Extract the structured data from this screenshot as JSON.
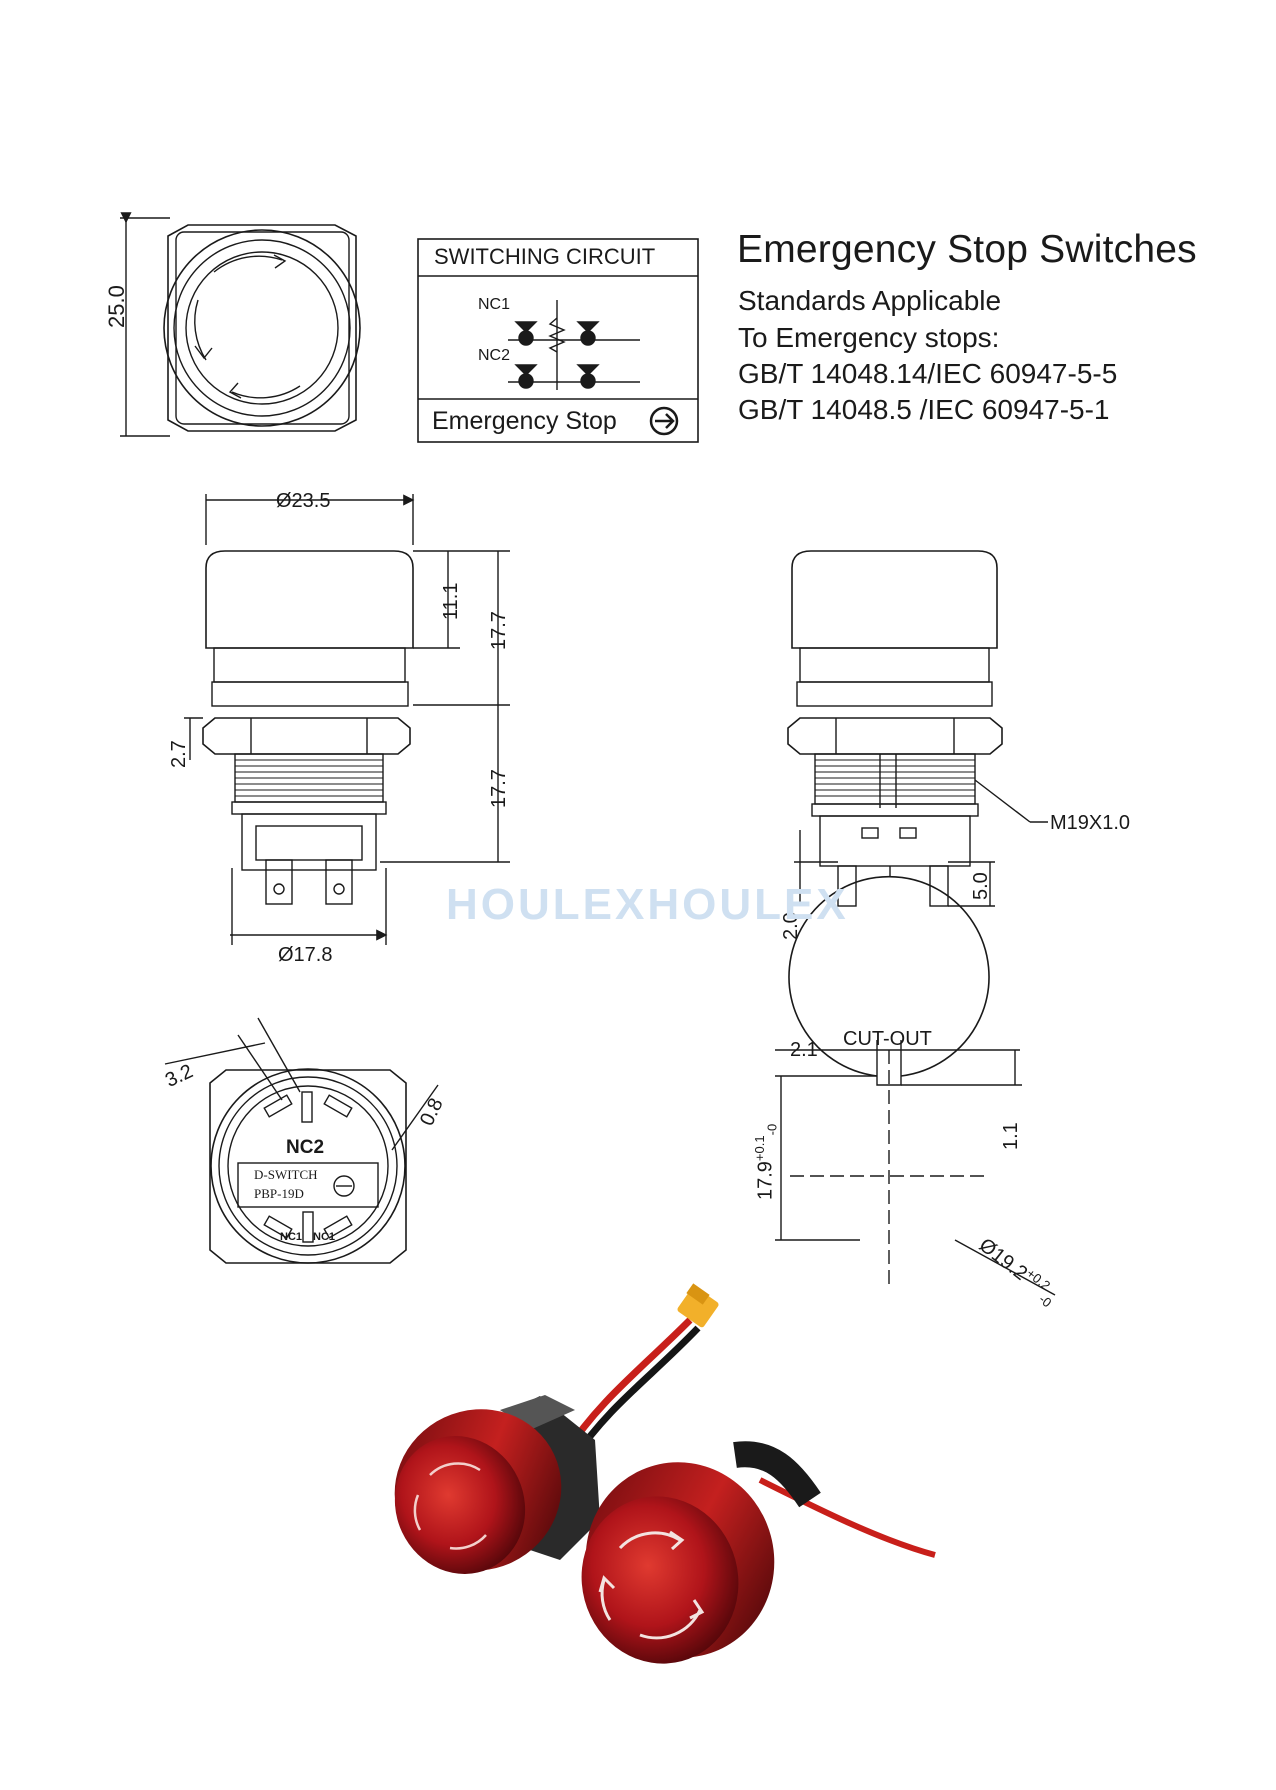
{
  "header": {
    "title": "Emergency Stop Switches",
    "standards": [
      "Standards Applicable",
      "To Emergency stops:",
      "GB/T 14048.14/IEC 60947-5-5",
      "GB/T 14048.5 /IEC 60947-5-1"
    ]
  },
  "circuit": {
    "heading": "SWITCHING CIRCUIT",
    "nc1": "NC1",
    "nc2": "NC2",
    "footer": "Emergency Stop"
  },
  "top_view": {
    "height_dim": "25.0"
  },
  "front_view": {
    "top_diameter": "Ø23.5",
    "cap_height": "11.1",
    "upper_height": "17.7",
    "lower_height": "17.7",
    "flange": "2.7",
    "bottom_diameter": "Ø17.8"
  },
  "side_view": {
    "thread": "M19X1.0",
    "terminal_len": "5.0",
    "terminal_gap": "2.0"
  },
  "watermark": "HOULEXHOULEX",
  "bottom_view": {
    "dim_a": "3.2",
    "dim_b": "0.8",
    "nc2_label": "NC2",
    "brand": "D-SWITCH",
    "model": "PBP-19D",
    "term_left": "NC1",
    "term_right": "NC1"
  },
  "cutout_view": {
    "label": "CUT-OUT",
    "key_width": "2.1",
    "key_depth": "1.1",
    "flat_dim": "17.9",
    "flat_tol_upper": "+0.1",
    "flat_tol_lower": "-0",
    "dia": "Ø19.2",
    "dia_tol_upper": "+0.2",
    "dia_tol_lower": "-0"
  },
  "colors": {
    "metal_red": "#b0141a",
    "dark": "#1a1a1a",
    "watermark": "#cfe0f1",
    "connector": "#f2b02a"
  }
}
